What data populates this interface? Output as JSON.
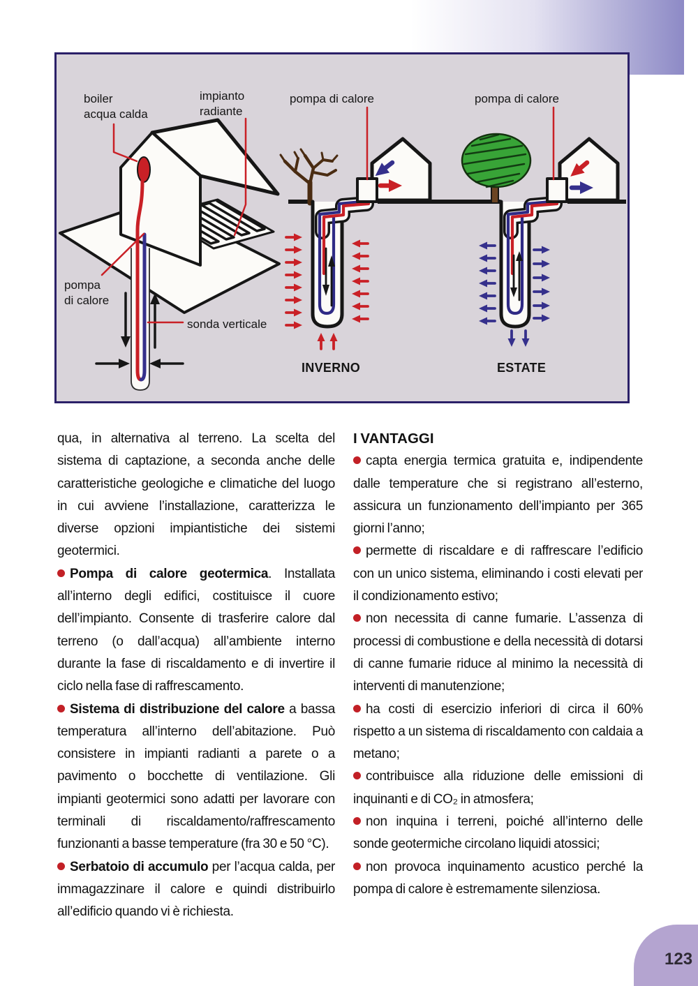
{
  "page": {
    "number": "123"
  },
  "diagram": {
    "labels": {
      "boiler_l1": "boiler",
      "boiler_l2": "acqua calda",
      "radiante_l1": "impianto",
      "radiante_l2": "radiante",
      "pompa_house_l1": "pompa",
      "pompa_house_l2": "di calore",
      "sonda": "sonda verticale",
      "pompa_inverno": "pompa di calore",
      "pompa_estate": "pompa di calore",
      "inverno": "INVERNO",
      "estate": "ESTATE"
    },
    "colors": {
      "hot": "#c92026",
      "cold": "#35308c",
      "background": "#d9d4da",
      "border": "#2b2068",
      "tree_green": "#38a437",
      "trunk_brown": "#6b4423"
    }
  },
  "columns": {
    "left": [
      {
        "bullet": false,
        "lead": "",
        "rest": "qua, in alternativa al terreno. La scelta del sistema di captazione, a seconda anche delle caratteristiche geologiche e climatiche del luogo in cui avviene l’installazione, caratterizza le diverse opzioni impiantistiche dei sistemi geotermici."
      },
      {
        "bullet": true,
        "lead": "Pompa di calore geotermica",
        "rest": ". Installata all’interno degli edifici, costituisce il cuore dell’impianto. Consente di trasferire calore dal terreno (o dall’acqua) all’ambiente interno durante la fase di riscaldamento e di invertire il ciclo nella fase di raffrescamento."
      },
      {
        "bullet": true,
        "lead": "Sistema di distribuzione del calore",
        "rest": " a bassa temperatura all’interno dell’abitazione. Può consistere in impianti radianti a parete o a pavimento o bocchette di ventilazione. Gli impianti geotermici sono adatti per lavorare con terminali di riscaldamento/raffrescamento funzionanti a basse temperature (fra 30 e 50 °C)."
      },
      {
        "bullet": true,
        "lead": "Serbatoio di accumulo",
        "rest": " per l’acqua calda, per immagazzinare il calore e quindi distribuirlo all’edificio quando vi è richiesta."
      }
    ],
    "right_header": "I VANTAGGI",
    "right": [
      "capta energia termica gratuita e, indipendente dalle temperature che si registrano all’esterno, assicura un funzionamento dell’impianto per 365 giorni l’anno;",
      "permette di riscaldare e di raffrescare l’edificio con un unico sistema, eliminando i costi elevati per il condizionamento estivo;",
      "non necessita di canne fumarie. L’assenza di processi di combustione e della necessità di dotarsi di canne fumarie riduce al minimo la necessità di interventi di manutenzione;",
      "ha costi di esercizio inferiori di circa il 60% rispetto a un sistema di riscaldamento con caldaia a metano;",
      "contribuisce alla riduzione delle emissioni di inquinanti e di CO₂ in atmosfera;",
      "non inquina i terreni, poiché all’interno delle sonde geotermiche circolano liquidi atossici;",
      "non provoca inquinamento acustico perché la pompa di calore è estremamente silenziosa."
    ]
  }
}
